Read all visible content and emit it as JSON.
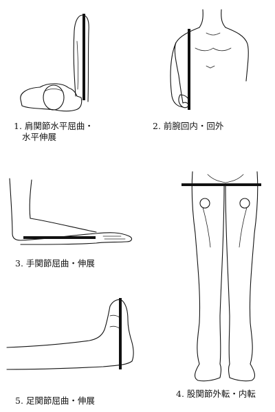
{
  "figures": [
    {
      "id": "p1",
      "number": "1.",
      "line1": "肩関節水平屈曲・",
      "line2": "水平伸展"
    },
    {
      "id": "p2",
      "number": "2.",
      "line1": "前腕回内・回外"
    },
    {
      "id": "p3",
      "number": "3.",
      "line1": "手関節屈曲・伸展"
    },
    {
      "id": "p4",
      "number": "4.",
      "line1": "股関節外転・内転"
    },
    {
      "id": "p5",
      "number": "5.",
      "line1": "足関節屈曲・伸展"
    }
  ],
  "icons": {
    "p1": "shoulder-horizontal-flexion-figure",
    "p2": "forearm-pronation-figure",
    "p3": "wrist-flexion-figure",
    "p4": "hip-abduction-figure",
    "p5": "ankle-flexion-figure"
  },
  "colors": {
    "ink": "#111111",
    "background": "#ffffff"
  }
}
